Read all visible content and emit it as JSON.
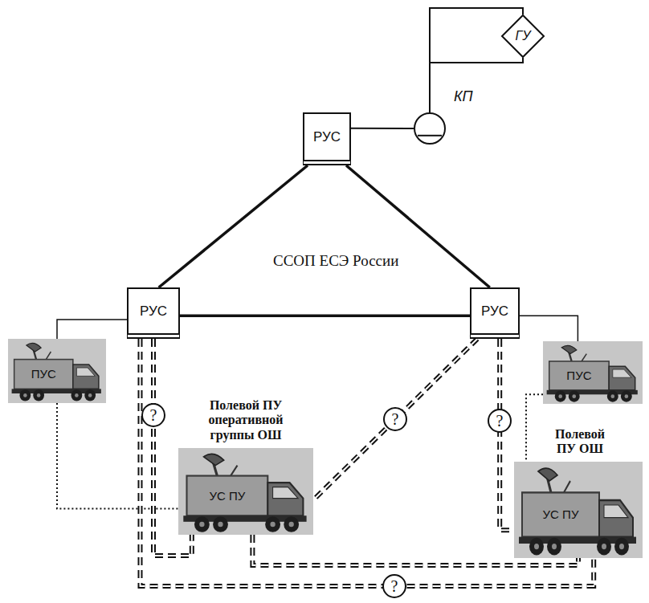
{
  "diagram": {
    "nodes": [
      {
        "text": [
          "ГУ"
        ]
      },
      {
        "text": [
          "КП"
        ]
      },
      {
        "text": [
          "РУС"
        ]
      },
      {
        "text": [
          "РУС"
        ]
      },
      {
        "text": [
          "РУС"
        ]
      },
      {
        "text": [
          "ПУС"
        ]
      },
      {
        "text": [
          "ПУС"
        ]
      },
      {
        "text": [
          "Полевой ПУ оперативной группы ОШ",
          "УС ПУ"
        ]
      },
      {
        "text": [
          "Полевой ПУ ОШ",
          "УС ПУ"
        ]
      }
    ],
    "edges": [
      {
        "from": 2,
        "to": 1,
        "arrow": "none"
      },
      {
        "from": 1,
        "to": 0,
        "arrow": "none"
      },
      {
        "from": 2,
        "to": 3,
        "arrow": "none"
      },
      {
        "from": 2,
        "to": 4,
        "arrow": "none"
      },
      {
        "from": 3,
        "to": 4,
        "arrow": "none"
      },
      {
        "from": 5,
        "to": 3,
        "arrow": "none"
      },
      {
        "from": 4,
        "to": 6,
        "arrow": "none"
      },
      {
        "from": 5,
        "to": 7,
        "arrow": "none"
      },
      {
        "from": 6,
        "to": 8,
        "arrow": "none"
      },
      {
        "from": 3,
        "to": 7,
        "label": "?",
        "arrow": "none"
      },
      {
        "from": 4,
        "to": 7,
        "label": "?",
        "arrow": "none"
      },
      {
        "from": 4,
        "to": 8,
        "label": "?",
        "arrow": "none"
      },
      {
        "from": 3,
        "to": 8,
        "label": "?",
        "arrow": "none"
      },
      {
        "from": 7,
        "to": 8,
        "arrow": "none"
      }
    ],
    "labels": [
      "ССОП ЕСЭ России"
    ]
  }
}
